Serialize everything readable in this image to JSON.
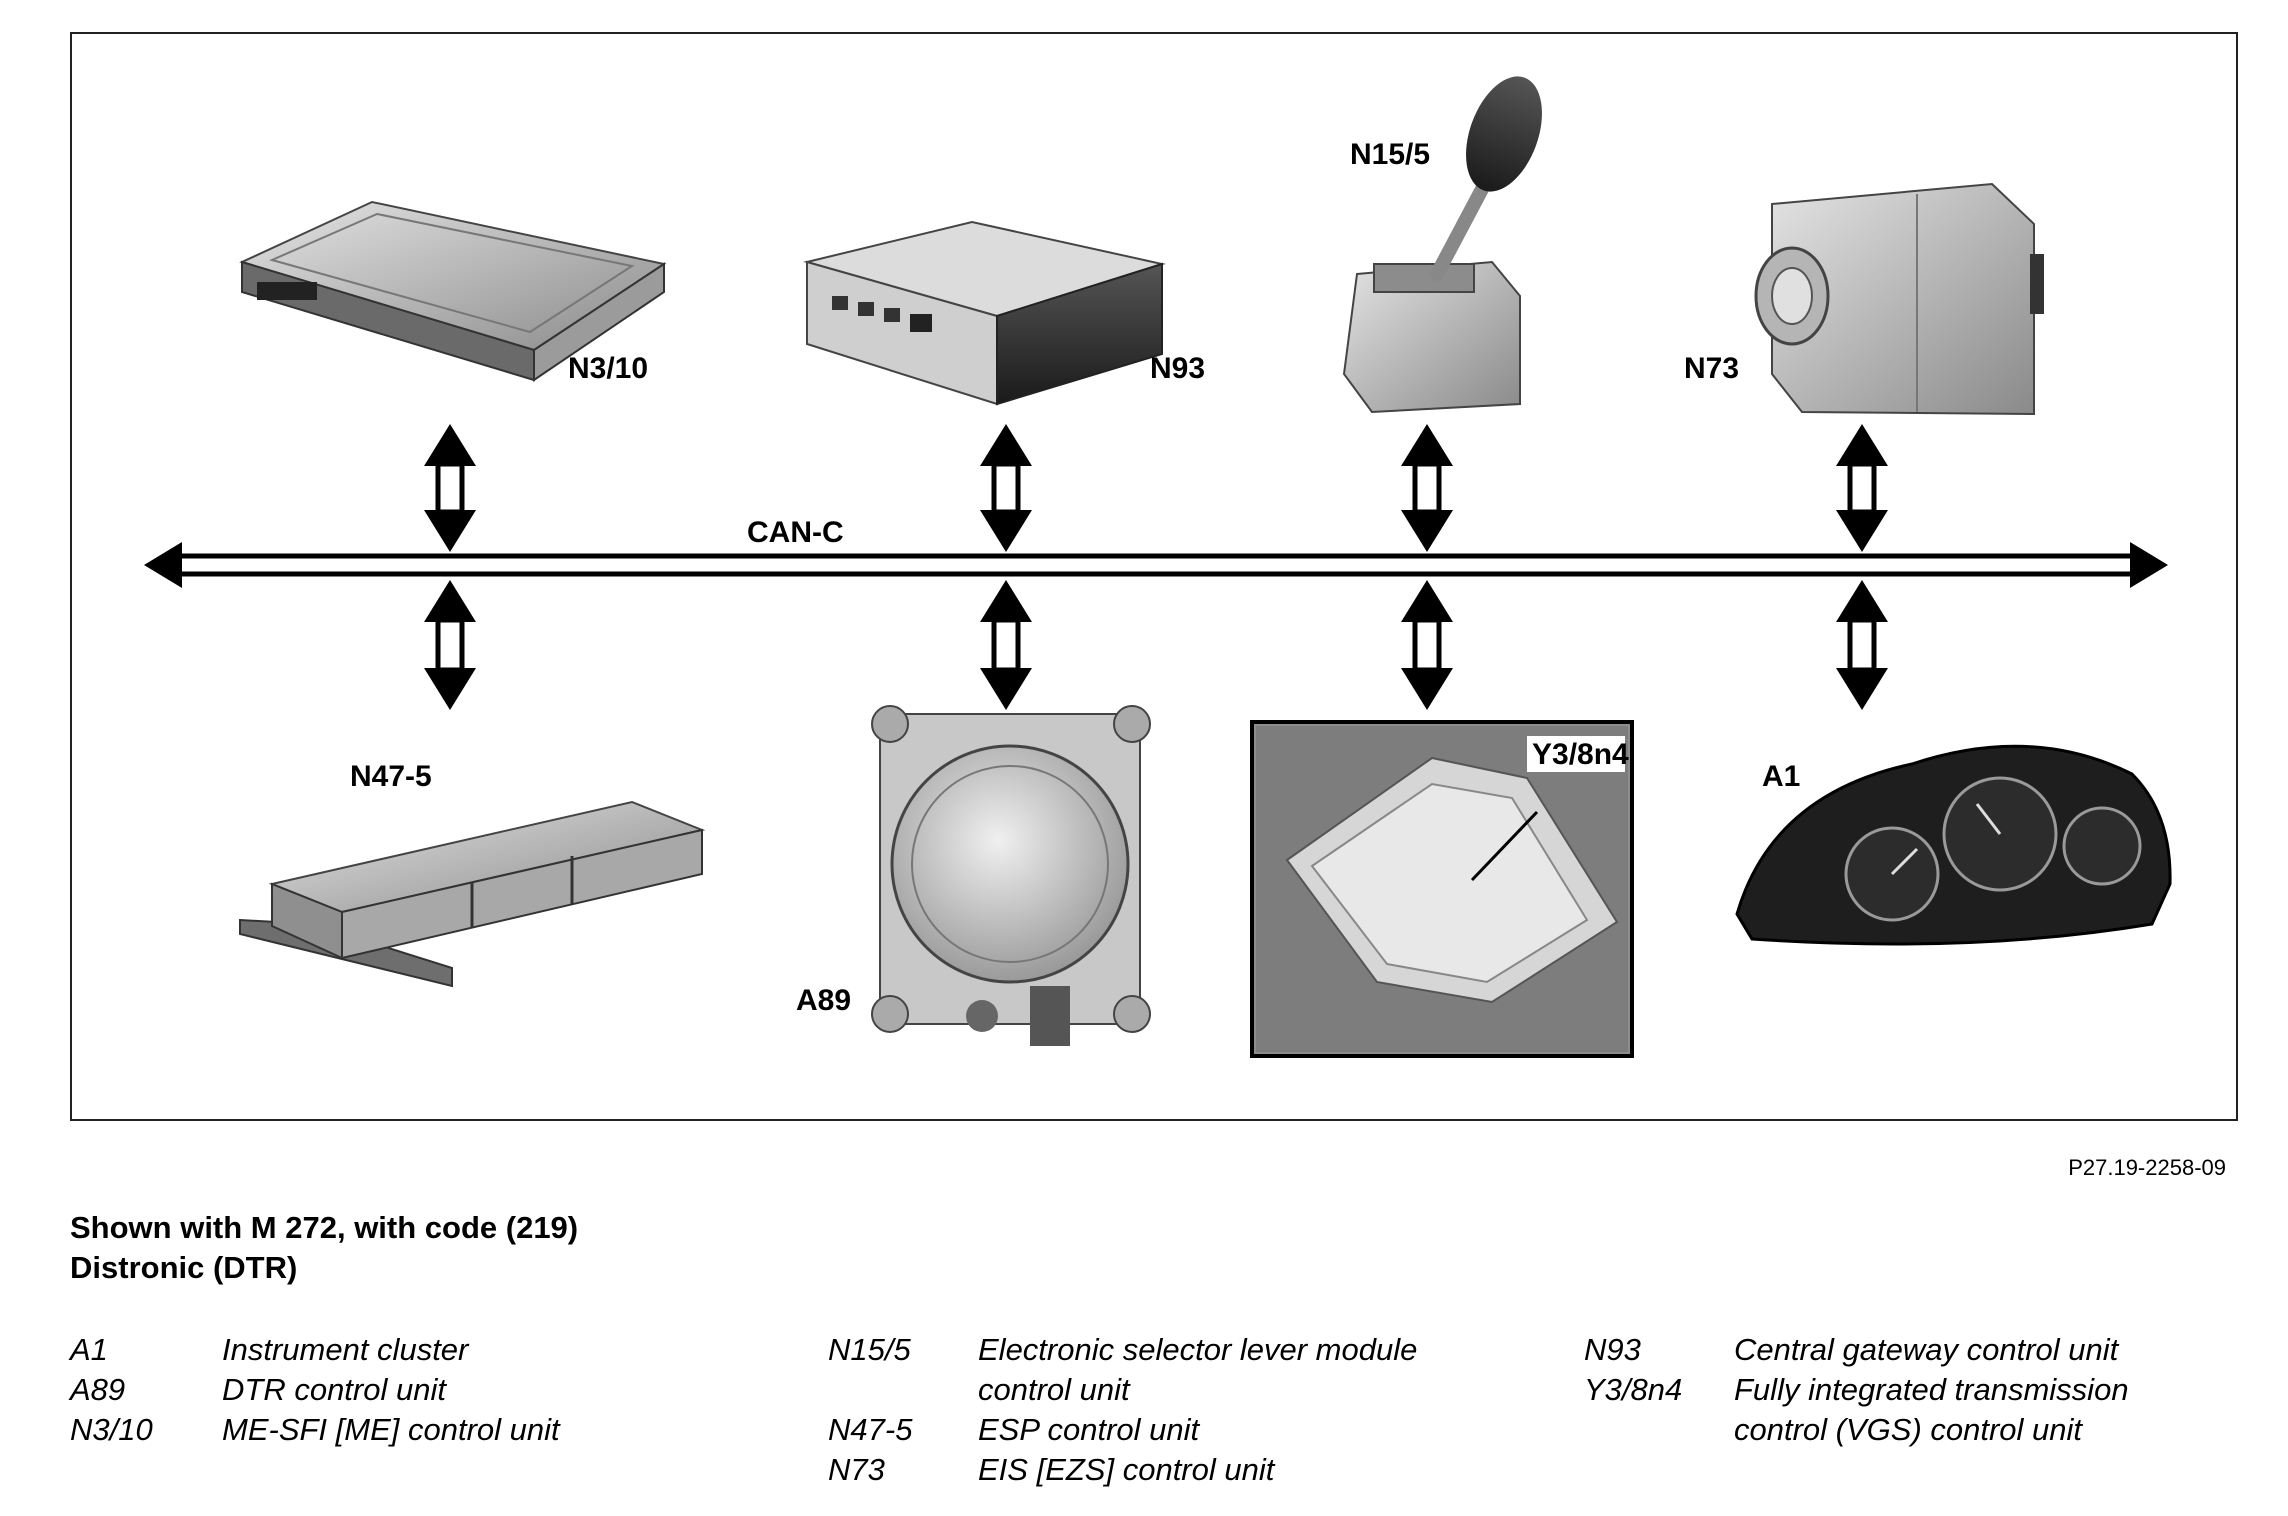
{
  "diagram": {
    "bus_label": "CAN-C",
    "components_top": [
      {
        "code": "N3/10"
      },
      {
        "code": "N93"
      },
      {
        "code": "N15/5"
      },
      {
        "code": "N73"
      }
    ],
    "components_bottom": [
      {
        "code": "N47-5"
      },
      {
        "code": "A89"
      },
      {
        "code": "Y3/8n4"
      },
      {
        "code": "A1"
      }
    ]
  },
  "figure_ref": "P27.19-2258-09",
  "caption": {
    "line1": "Shown with M 272, with code (219)",
    "line2": "Distronic (DTR)"
  },
  "legend": {
    "col1": [
      {
        "code": "A1",
        "desc": "Instrument cluster"
      },
      {
        "code": "A89",
        "desc": "DTR control unit"
      },
      {
        "code": "N3/10",
        "desc": "ME-SFI [ME] control unit"
      }
    ],
    "col2": [
      {
        "code": "N15/5",
        "desc": "Electronic selector lever module control unit"
      },
      {
        "code": "N47-5",
        "desc": "ESP control unit"
      },
      {
        "code": "N73",
        "desc": "EIS [EZS] control unit"
      }
    ],
    "col3": [
      {
        "code": "N93",
        "desc": "Central gateway control unit"
      },
      {
        "code": "Y3/8n4",
        "desc": "Fully integrated transmission control (VGS) control unit"
      }
    ]
  }
}
